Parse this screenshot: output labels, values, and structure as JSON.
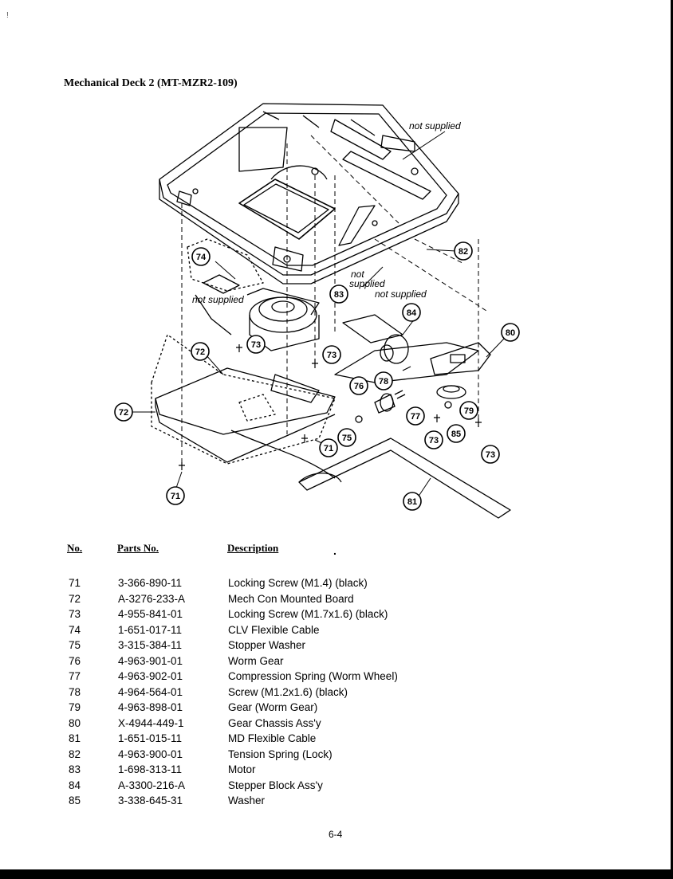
{
  "title": "Mechanical Deck 2 (MT-MZR2-109)",
  "notes": [
    "not supplied",
    "not",
    "supplied",
    "not supplied",
    "not supplied"
  ],
  "callouts": [
    "74",
    "83",
    "84",
    "80",
    "82",
    "72",
    "73",
    "73",
    "78",
    "76",
    "77",
    "79",
    "72",
    "71",
    "75",
    "73",
    "85",
    "73",
    "71",
    "81"
  ],
  "table": {
    "headers": [
      "No.",
      "Parts No.",
      "Description"
    ],
    "rows": [
      {
        "no": "71",
        "part": "3-366-890-11",
        "desc": "Locking Screw (M1.4) (black)"
      },
      {
        "no": "72",
        "part": "A-3276-233-A",
        "desc": "Mech Con Mounted Board"
      },
      {
        "no": "73",
        "part": "4-955-841-01",
        "desc": "Locking Screw (M1.7x1.6) (black)"
      },
      {
        "no": "74",
        "part": "1-651-017-11",
        "desc": "CLV Flexible Cable"
      },
      {
        "no": "75",
        "part": "3-315-384-11",
        "desc": "Stopper Washer"
      },
      {
        "no": "76",
        "part": "4-963-901-01",
        "desc": "Worm Gear"
      },
      {
        "no": "77",
        "part": "4-963-902-01",
        "desc": "Compression Spring (Worm Wheel)"
      },
      {
        "no": "78",
        "part": "4-964-564-01",
        "desc": "Screw (M1.2x1.6) (black)"
      },
      {
        "no": "79",
        "part": "4-963-898-01",
        "desc": "Gear (Worm Gear)"
      },
      {
        "no": "80",
        "part": "X-4944-449-1",
        "desc": "Gear Chassis Ass'y"
      },
      {
        "no": "81",
        "part": "1-651-015-11",
        "desc": "MD Flexible Cable"
      },
      {
        "no": "82",
        "part": "4-963-900-01",
        "desc": "Tension Spring (Lock)"
      },
      {
        "no": "83",
        "part": "1-698-313-11",
        "desc": "Motor"
      },
      {
        "no": "84",
        "part": "A-3300-216-A",
        "desc": "Stepper Block Ass'y"
      },
      {
        "no": "85",
        "part": "3-338-645-31",
        "desc": "Washer"
      }
    ]
  },
  "page_number": "6-4"
}
